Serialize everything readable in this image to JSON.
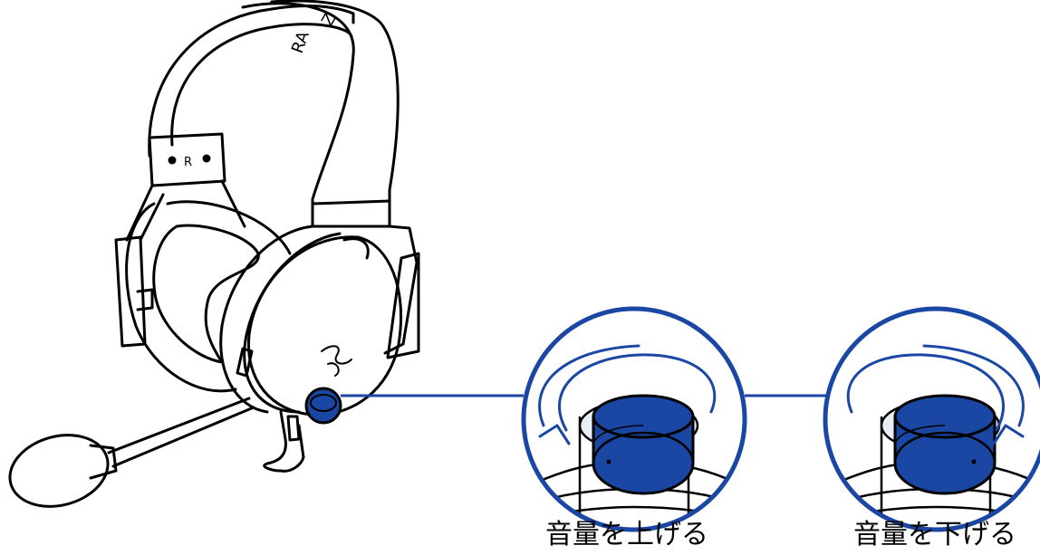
{
  "labels": {
    "volume_up": "音量を上げる",
    "volume_down": "音量を下げる"
  },
  "headband_text": "RAZER",
  "slider_marks": "O R O",
  "colors": {
    "accent": "#1a47a3",
    "line": "#000000",
    "background": "#ffffff"
  },
  "icons": {
    "logo": "razer-snake-logo",
    "rotate_up": "clockwise-arrow",
    "rotate_down": "counterclockwise-arrow"
  }
}
